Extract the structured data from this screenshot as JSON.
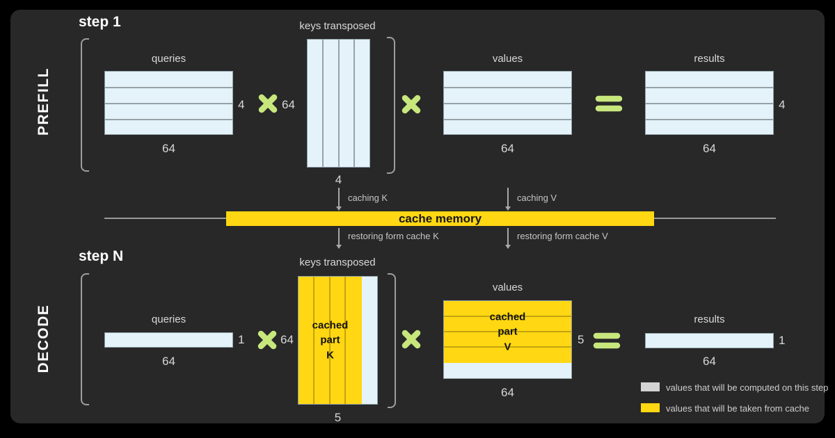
{
  "colors": {
    "matrix_blue": "#e4f3f9",
    "cache_yellow": "#ffd712",
    "accent_green": "#c7e77d",
    "legend_gray": "#d3d3d3",
    "panel_bg": "#282828"
  },
  "prefill": {
    "section_label": "PREFILL",
    "step_label": "step 1",
    "queries": {
      "label": "queries",
      "rows": "4",
      "cols": "64"
    },
    "keys": {
      "label": "keys transposed",
      "rows": "64",
      "cols": "4"
    },
    "values": {
      "label": "values",
      "cols": "64"
    },
    "results": {
      "label": "results",
      "rows": "4",
      "cols": "64"
    }
  },
  "cache": {
    "bar_label": "cache memory",
    "caching_k": "caching K",
    "caching_v": "caching V",
    "restoring_k": "restoring form cache K",
    "restoring_v": "restoring form cache V"
  },
  "decode": {
    "section_label": "DECODE",
    "step_label": "step N",
    "queries": {
      "label": "queries",
      "rows": "1",
      "cols": "64"
    },
    "keys": {
      "label": "keys transposed",
      "rows": "64",
      "cols": "5",
      "cached_text": "cached\npart\nK"
    },
    "values": {
      "label": "values",
      "rows": "5",
      "cols": "64",
      "cached_text": "cached\npart\nV"
    },
    "results": {
      "label": "results",
      "rows": "1",
      "cols": "64"
    }
  },
  "legend": {
    "computed": "values that will be computed on this step",
    "cached": "values that will be taken from cache"
  }
}
